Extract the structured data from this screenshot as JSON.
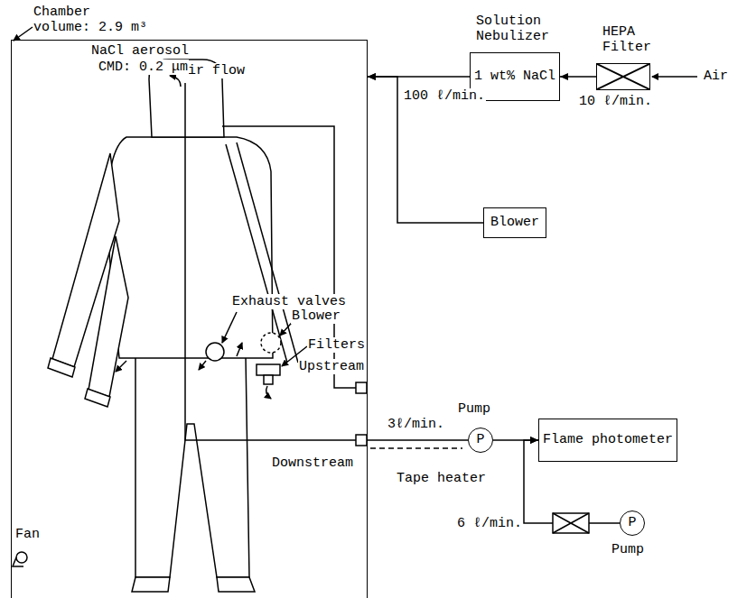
{
  "diagram": {
    "nodes": [
      {
        "text": [
          "Chamber volume: 2.9 m³"
        ]
      },
      {
        "text": [
          "Solution Nebulizer",
          "1 wt% NaCl"
        ]
      },
      {
        "text": [
          "HEPA Filter"
        ]
      },
      {
        "text": [
          "Blower"
        ]
      },
      {
        "text": [
          "Pump",
          "P"
        ]
      },
      {
        "text": [
          "Flame photometer"
        ]
      },
      {
        "text": [
          "P",
          "Pump"
        ]
      }
    ],
    "edges": [
      {
        "from": 2,
        "to": 1,
        "arrow": "to"
      },
      {
        "from": 1,
        "to": 0,
        "arrow": "to"
      },
      {
        "from": 3,
        "to": 0,
        "arrow": "to",
        "label": "100 ℓ/min."
      },
      {
        "from": 4,
        "to": 5,
        "arrow": "to"
      },
      {
        "from": 6,
        "to": 5,
        "arrow": "to"
      }
    ],
    "labels": [
      "Air flow",
      "Exhaust valves",
      "Blower",
      "Filters",
      "Upstream",
      "Downstream",
      "3ℓ/min.",
      "Tape heater",
      "6 ℓ/min.",
      "Air",
      "10 ℓ/min.",
      "Fan",
      "NaCl aerosol",
      "CMD: 0.2 μm"
    ]
  }
}
